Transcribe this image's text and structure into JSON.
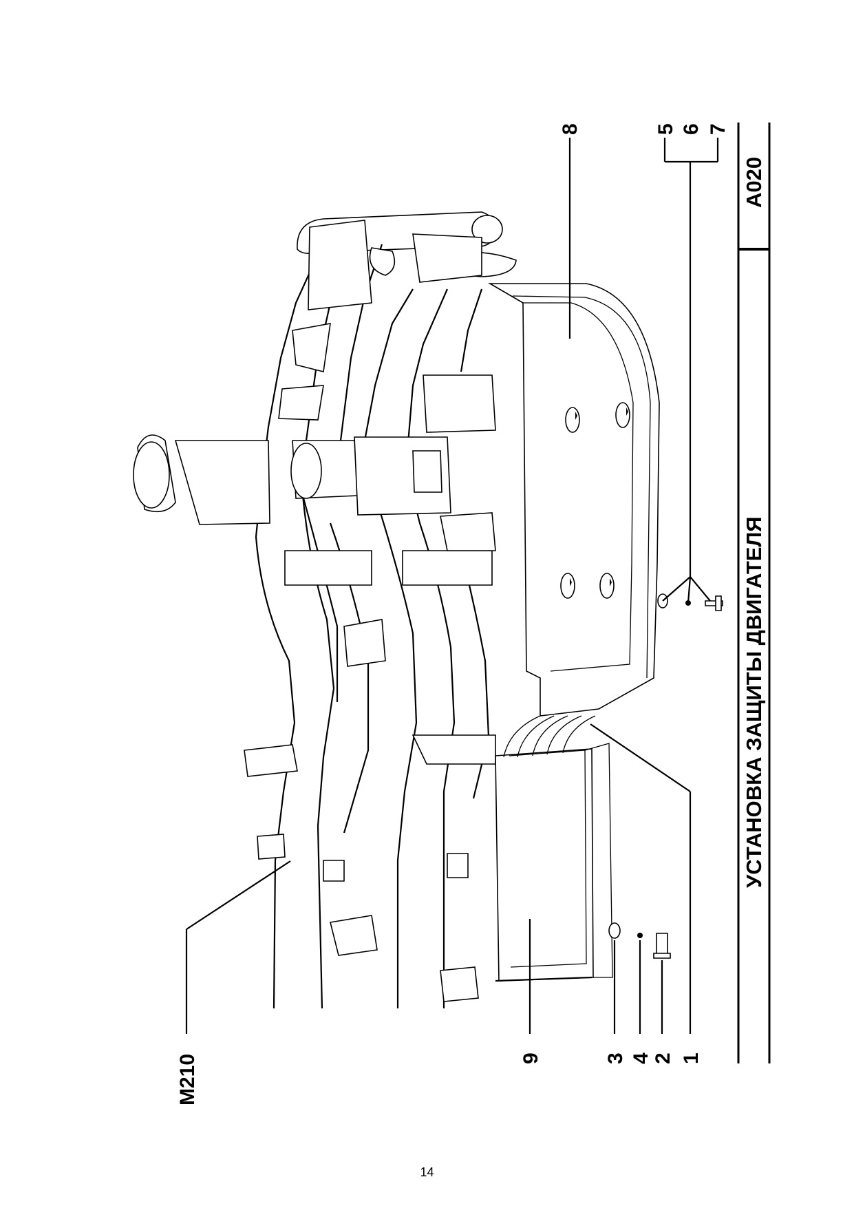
{
  "drawing": {
    "title": "УСТАНОВКА ЗАЩИТЫ ДВИГАТЕЛЯ",
    "code": "A020",
    "frame_label": "M210",
    "callouts": {
      "c1": "1",
      "c2": "2",
      "c3": "3",
      "c4": "4",
      "c5": "5",
      "c6": "6",
      "c7": "7",
      "c8": "8",
      "c9": "9"
    }
  },
  "page_number": "14"
}
